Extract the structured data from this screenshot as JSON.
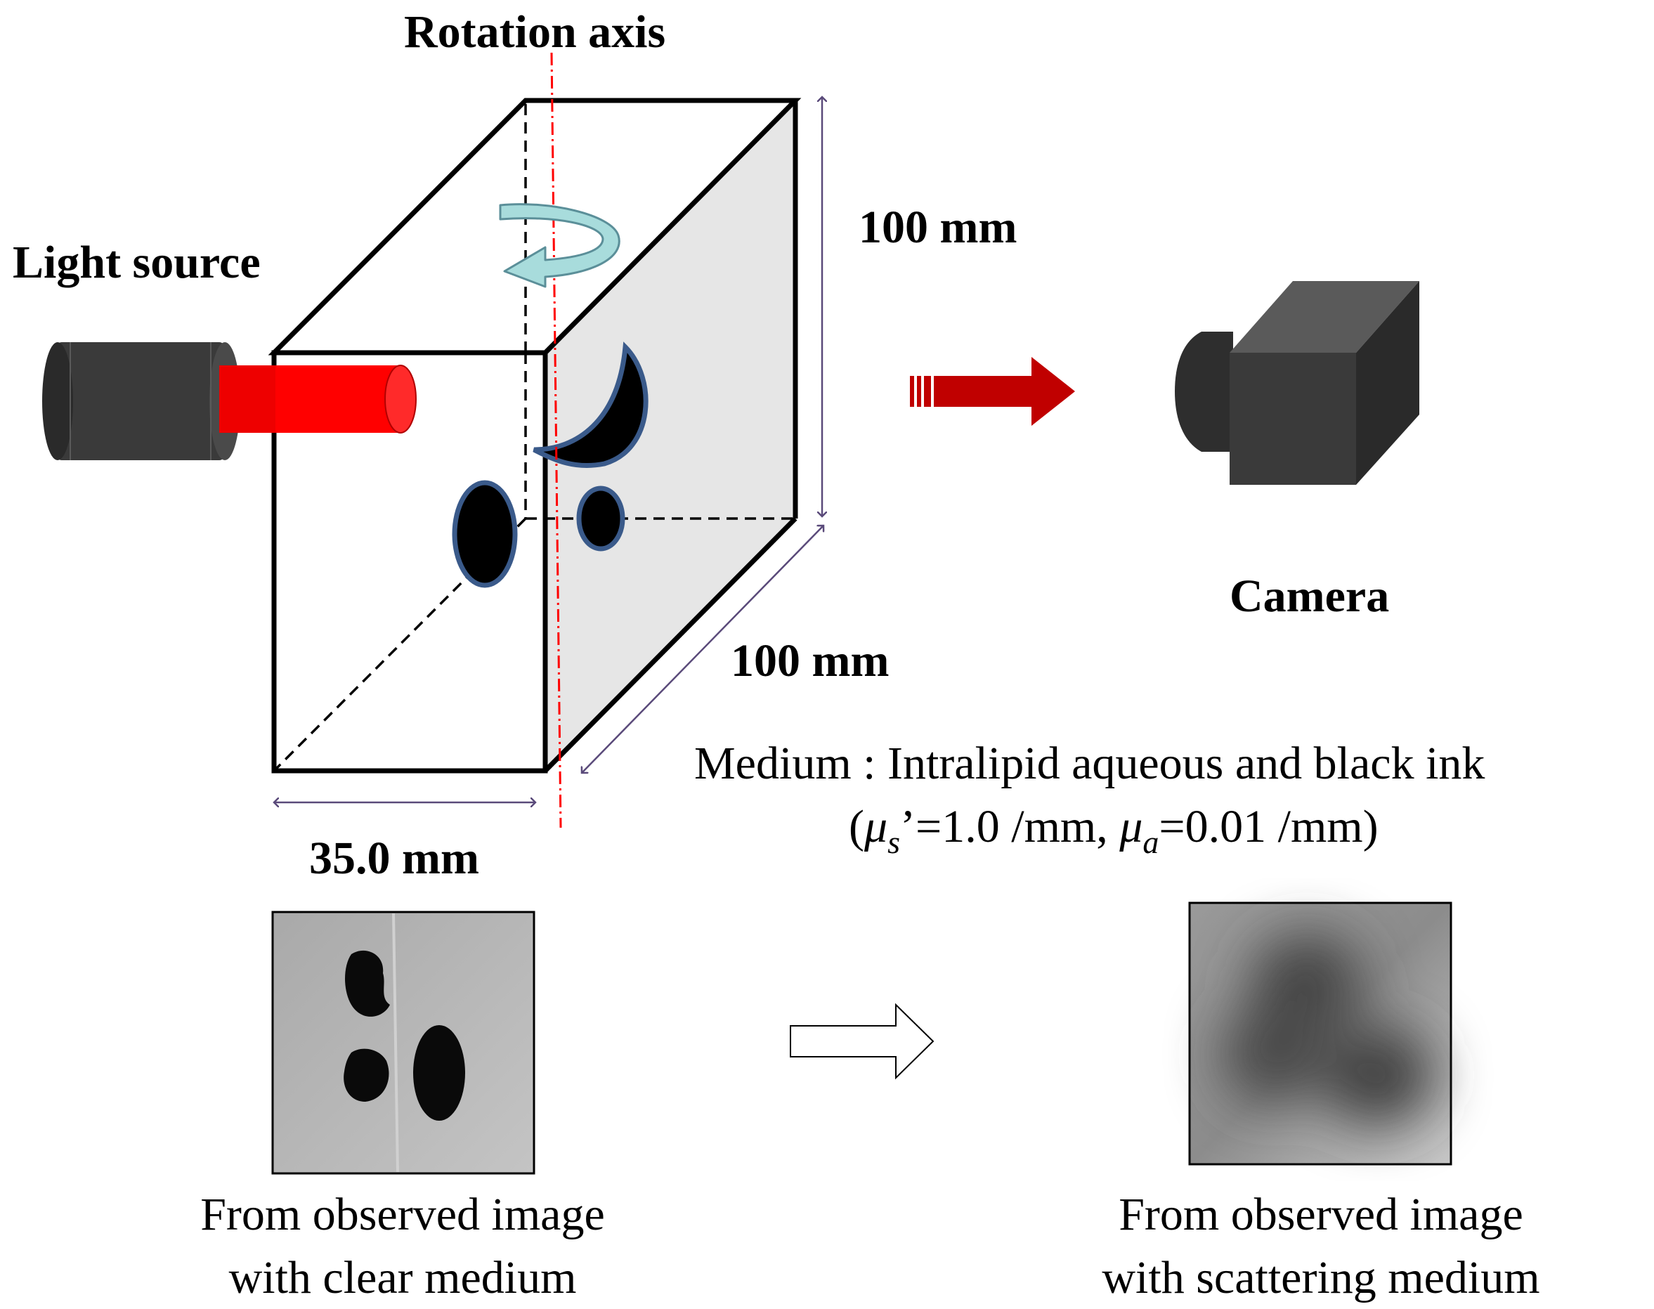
{
  "labels": {
    "rotation_axis": "Rotation axis",
    "light_source": "Light source",
    "height_dim": "100 mm",
    "depth_dim": "100 mm",
    "width_dim": "35.0 mm",
    "camera": "Camera",
    "medium_line1": "Medium : Intralipid  aqueous and black ink",
    "medium_line2": {
      "open": "(",
      "mu_s": "μ",
      "mu_s_sub": "s",
      "mu_s_rest": "’=1.0 /mm, ",
      "mu_a": "μ",
      "mu_a_sub": "a",
      "mu_a_rest": "=0.01 /mm)"
    },
    "caption_left_1": "From observed image",
    "caption_left_2": "with clear medium",
    "caption_right_1": "From observed image",
    "caption_right_2": "with scattering medium"
  },
  "colors": {
    "beam_red": "#ff0000",
    "arrow_dark_red": "#c00000",
    "rotation_arrow": "#a8dcdc",
    "axis_line": "#ff0000",
    "dimension_line": "#5a4a7a",
    "side_face": "#e6e6e6",
    "camera_front": "#3a3a3a",
    "camera_top": "#5a5a5a",
    "camera_side": "#2a2a2a",
    "object_outline": "#3a5a8a"
  },
  "icons": {
    "light_source": "cylinder-light-icon",
    "camera": "box-camera-icon",
    "flow_arrow": "right-arrow-icon",
    "rotation": "curved-rotation-arrow-icon"
  }
}
